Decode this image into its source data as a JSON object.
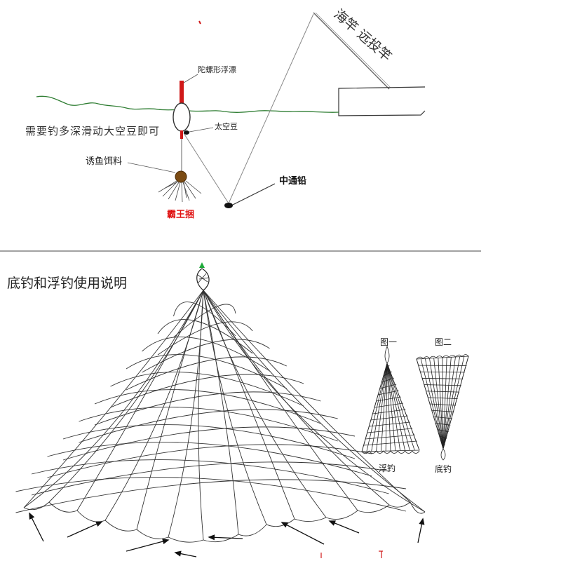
{
  "top_diagram": {
    "labels": {
      "rod": "海竿 远投竿",
      "float": "陀螺形浮漂",
      "depth_note": "需要钓多深滑动大空豆即可",
      "bean": "太空豆",
      "bait": "诱鱼饵料",
      "sinker": "中通铅",
      "rig": "霸王捆"
    },
    "colors": {
      "water_line": "#2e7d32",
      "float_stem": "#d01818",
      "rig_label": "#e01010",
      "bait_ball": "#7a4a12"
    }
  },
  "bottom_diagram": {
    "title": "底钓和浮钓使用说明",
    "figure1": {
      "title": "图一",
      "caption": "浮钓"
    },
    "figure2": {
      "title": "图二",
      "caption": "底钓"
    },
    "colors": {
      "top_marker": "#1faa3a",
      "arrow": "#111111"
    }
  }
}
